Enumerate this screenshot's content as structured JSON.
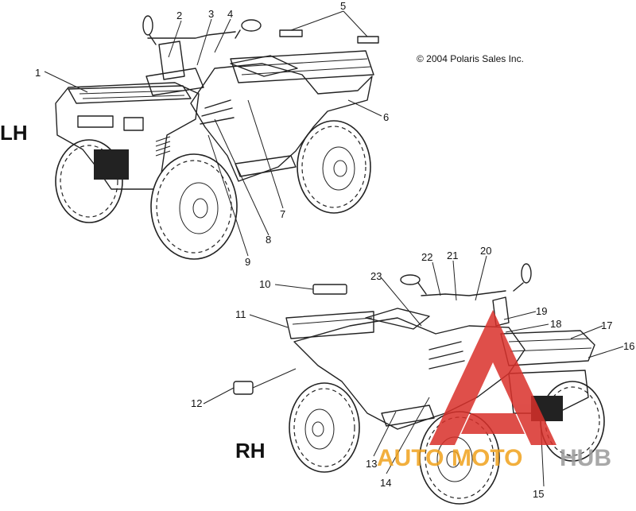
{
  "copyright": "© 2004 Polaris Sales Inc.",
  "side_labels": {
    "left": "LH",
    "right": "RH"
  },
  "callouts": [
    "1",
    "2",
    "3",
    "4",
    "5",
    "6",
    "7",
    "8",
    "9",
    "10",
    "11",
    "12",
    "13",
    "14",
    "15",
    "16",
    "17",
    "18",
    "19",
    "20",
    "21",
    "22",
    "23"
  ],
  "watermark": {
    "word_a": "AUTO",
    "word_b": "MOTO",
    "word_c": "HUB"
  },
  "colors": {
    "line": "#222222",
    "watermark_red": "#d9302a",
    "watermark_orange": "#f0a21c",
    "watermark_grey": "#9a9a9a"
  }
}
